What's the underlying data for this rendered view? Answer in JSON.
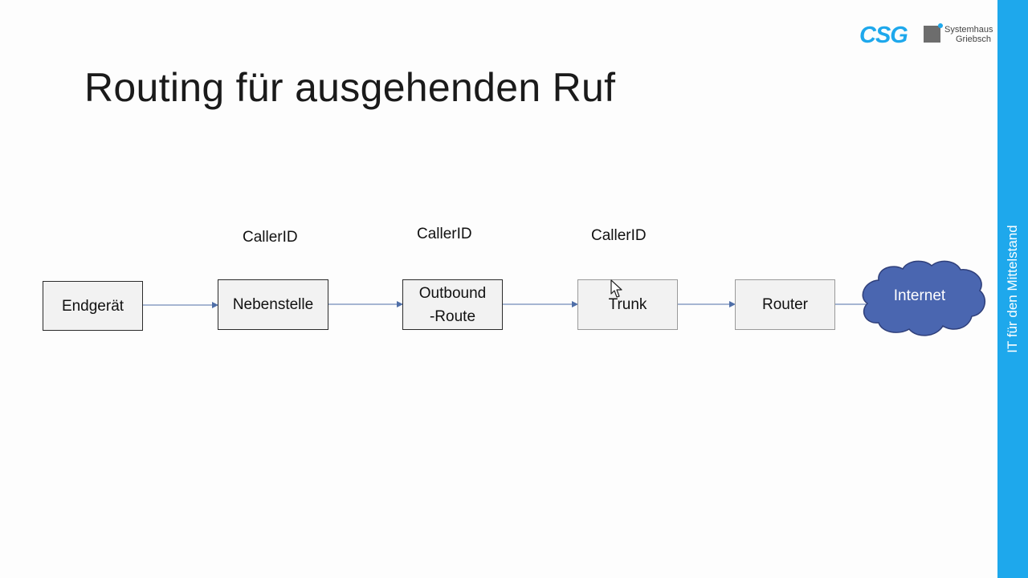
{
  "slide": {
    "title": "Routing für ausgehenden Ruf",
    "side_band_text": "IT für den Mittelstand"
  },
  "logo": {
    "mark": "CSG",
    "line1": "Systemhaus",
    "line2": "Griebsch"
  },
  "diagram": {
    "nodes": [
      {
        "id": "endgeraet",
        "label": "Endgerät"
      },
      {
        "id": "nebenstelle",
        "label": "Nebenstelle",
        "caller_id": "CallerID"
      },
      {
        "id": "outbound-route",
        "label_line1": "Outbound",
        "label_line2": "-Route",
        "caller_id": "CallerID"
      },
      {
        "id": "trunk",
        "label": "Trunk",
        "caller_id": "CallerID"
      },
      {
        "id": "router",
        "label": "Router"
      },
      {
        "id": "internet",
        "label": "Internet"
      }
    ]
  },
  "colors": {
    "accent": "#1ea8ec",
    "cloud_fill": "#4a66b0",
    "arrow": "#4f6fa8",
    "box_fill": "#f2f2f2"
  }
}
